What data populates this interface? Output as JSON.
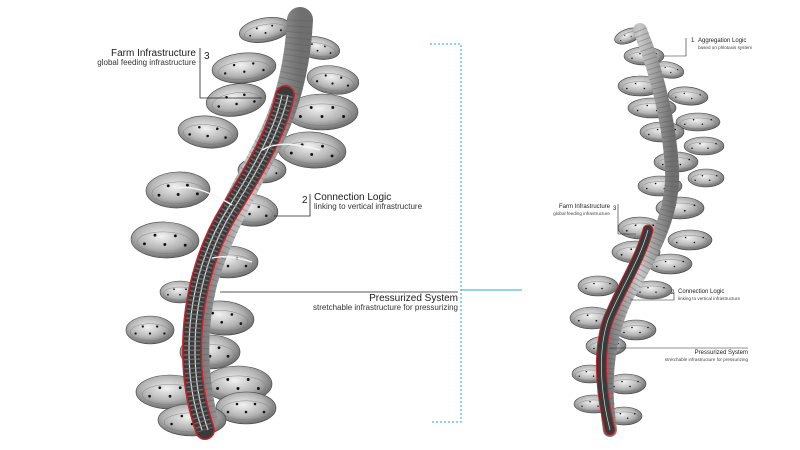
{
  "colors": {
    "background": "#ffffff",
    "pod_fill": "#9a9a9a",
    "pod_dark": "#5a5a5a",
    "stem": "#8a8a8a",
    "pipe_outline": "#d0202a",
    "bracket": "#2aa7c9",
    "leader": "#222222"
  },
  "detail_view": {
    "farm_infrastructure": {
      "number": "3",
      "title": "Farm Infrastructure",
      "subtitle": "global feeding infrastructure"
    },
    "connection_logic": {
      "number": "2",
      "title": "Connection Logic",
      "subtitle": "linking to vertical infrastructure"
    },
    "pressurized_system": {
      "title": "Pressurized System",
      "subtitle": "stretchable infrastructure for pressurizing"
    }
  },
  "full_view": {
    "aggregation_logic": {
      "number": "1",
      "title": "Aggregation Logic",
      "subtitle": "based on phlotaxis system"
    },
    "farm_infrastructure": {
      "number": "3",
      "title": "Farm Infrastructure",
      "subtitle": "global feeding infrastructure"
    },
    "connection_logic": {
      "number": "2",
      "title": "Connection Logic",
      "subtitle": "linking to vertical infrastructure"
    },
    "pressurized_system": {
      "title": "Pressurized System",
      "subtitle": "stretchable infrastructure for pressurizing"
    }
  }
}
